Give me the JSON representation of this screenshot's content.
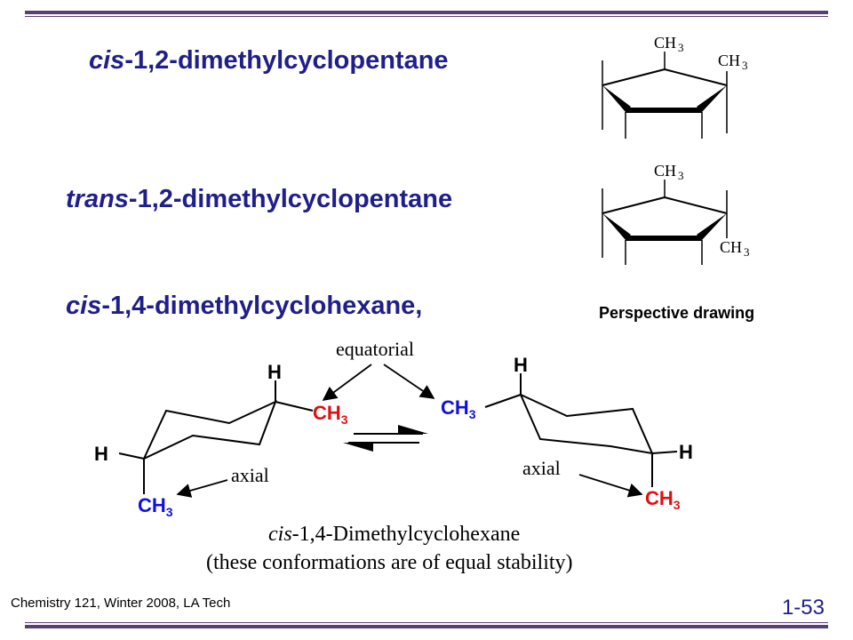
{
  "titles": {
    "cis_cyclopentane": {
      "prefix": "cis",
      "rest": "-1,2-dimethylcyclopentane"
    },
    "trans_cyclopentane": {
      "prefix": "trans",
      "rest": "-1,2-dimethylcyclopentane"
    },
    "cis_cyclohexane": {
      "prefix": "cis",
      "rest": "-1,4-dimethylcyclohexane,"
    }
  },
  "perspective_caption": "Perspective drawing",
  "structures": {
    "ch3_main": "CH",
    "ch3_sub": "3"
  },
  "conformation": {
    "label_equatorial": "equatorial",
    "label_axial": "axial",
    "H": "H",
    "methyl_main": "CH",
    "methyl_sub": "3",
    "caption_prefix": "cis",
    "caption_rest": "-1,4-Dimethylcyclohexane",
    "caption_note": "(these conformations are of equal stability)"
  },
  "footer": {
    "course": "Chemistry 121, Winter 2008, LA Tech",
    "page": "1-53"
  },
  "colors": {
    "heading": "#1f1f8a",
    "rule": "#5a3f73",
    "axial_methyl": "#1010e0",
    "equatorial_methyl": "#e01010"
  }
}
